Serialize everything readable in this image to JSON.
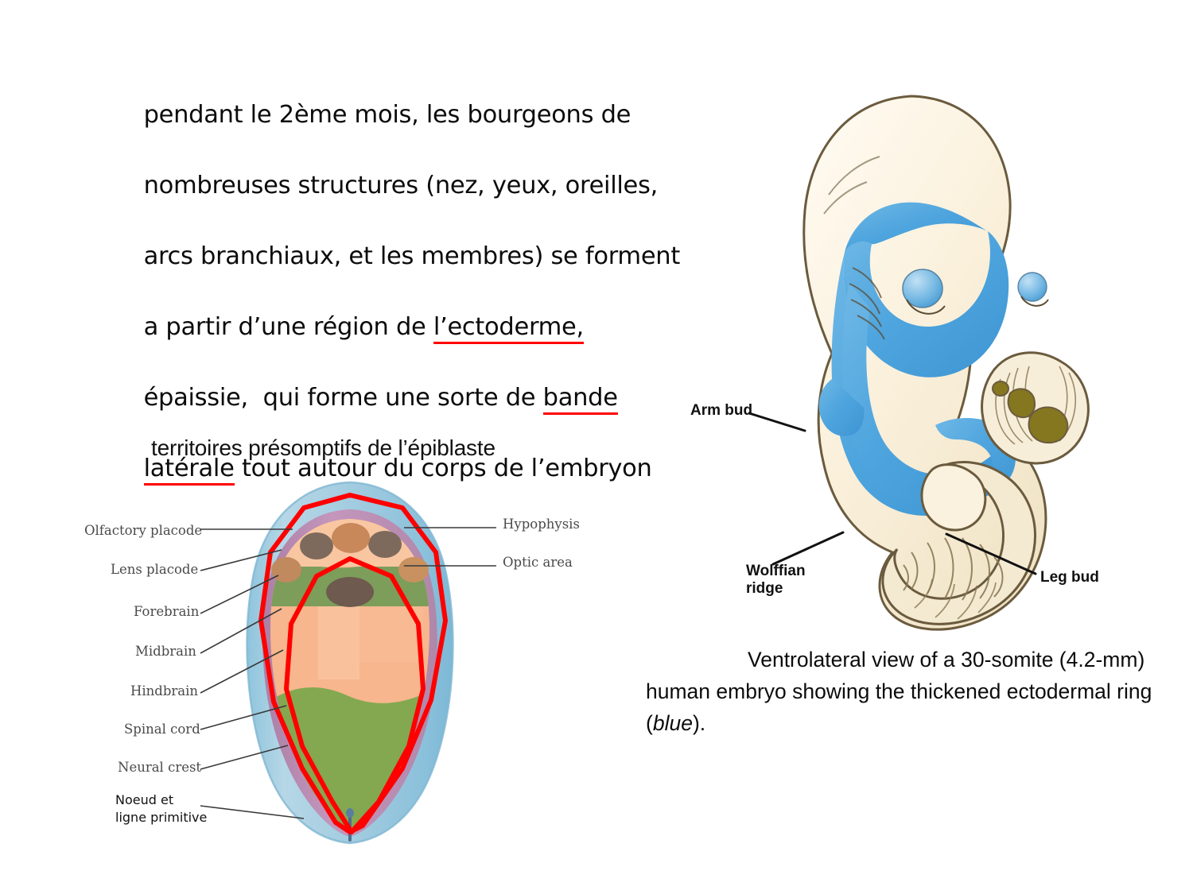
{
  "slide": {
    "intro_paragraph": {
      "line1": "pendant le 2ème mois, les bourgeons de",
      "line2": "nombreuses structures (nez, yeux, oreilles,",
      "line3": "arcs branchiaux, et les membres) se forment",
      "line4_pre": "a partir d’une région de ",
      "line4_underlined": "l’ectoderme,",
      "line5_pre": "épaissie,  qui forme une sorte de ",
      "line5_underlined": "bande",
      "line6_underlined": "latérale",
      "line6_post": " tout autour du corps de l’embryon"
    }
  },
  "fate_map": {
    "title": "territoires présomptifs de l’épiblaste",
    "labels_left": [
      {
        "id": "olfactory-placode",
        "text": "Olfactory placode"
      },
      {
        "id": "lens-placode",
        "text": "Lens placode"
      },
      {
        "id": "forebrain",
        "text": "Forebrain"
      },
      {
        "id": "midbrain",
        "text": "Midbrain"
      },
      {
        "id": "hindbrain",
        "text": "Hindbrain"
      },
      {
        "id": "spinal-cord",
        "text": "Spinal cord"
      },
      {
        "id": "neural-crest",
        "text": "Neural crest"
      }
    ],
    "labels_left_french": {
      "id": "noeud-ligne-primitive",
      "line1": "Noeud et",
      "line2": "ligne primitive"
    },
    "labels_right": [
      {
        "id": "hypophysis",
        "text": "Hypophysis"
      },
      {
        "id": "optic-area",
        "text": "Optic area"
      }
    ],
    "colors": {
      "outer_blue": "#A9D0E2",
      "outer_blue_deep": "#86BFDA",
      "mauve_band": "#BA8FB2",
      "salmon": "#F6B088",
      "salmon_light": "#F9C39E",
      "green_band": "#7D9D5A",
      "green_lower": "#84A850",
      "placode_dark": "#7E6A5C",
      "placode_orange": "#C78A5A",
      "optic_dark": "#6E5A4E",
      "annotation_red": "#FF0000",
      "leader_line": "#3a3a3a"
    }
  },
  "embryo": {
    "labels": [
      {
        "id": "arm-bud",
        "text": "Arm bud"
      },
      {
        "id": "wolffian-ridge-line1",
        "text": "Wolffian"
      },
      {
        "id": "wolffian-ridge-line2",
        "text": "ridge"
      },
      {
        "id": "leg-bud",
        "text": "Leg bud"
      }
    ],
    "caption": {
      "part1": "Ventrolateral view of a 30-somite (4.2-mm) human embryo showing the thickened ectodermal ring (",
      "emphasis": "blue",
      "part2": ")."
    },
    "colors": {
      "ring_blue": "#55A9DF",
      "ring_blue_dark": "#3D95D2",
      "body_cream": "#FBF2DE",
      "body_cream_shadow": "#F2E6CB",
      "outline_brown": "#6B5B3E",
      "vessel_olive": "#857720"
    }
  }
}
